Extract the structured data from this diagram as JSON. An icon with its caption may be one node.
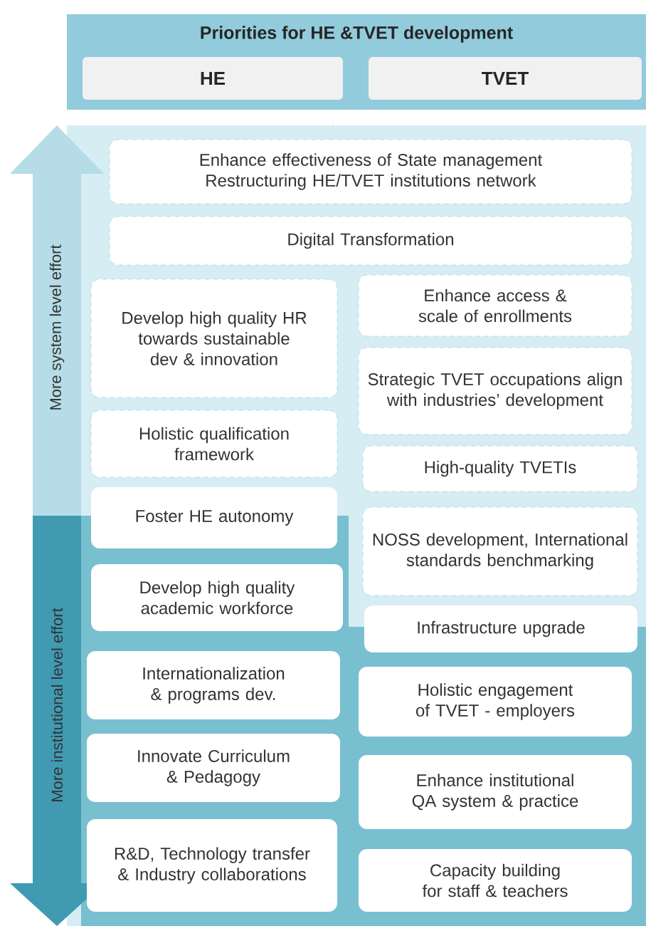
{
  "diagram": {
    "nodes": [
      {
        "text": [
          "Priorities for HE &TVET development"
        ]
      },
      {
        "text": [
          "HE"
        ],
        "in": 0
      },
      {
        "text": [
          "TVET"
        ],
        "in": 0
      },
      {
        "text": [
          "Enhance effectiveness of State management",
          "Restructuring HE/TVET institutions network"
        ]
      },
      {
        "text": [
          "Digital Transformation"
        ]
      },
      {
        "text": [
          "Develop high quality HR towards sustainable dev & innovation"
        ]
      },
      {
        "text": [
          "Holistic qualification framework"
        ]
      },
      {
        "text": [
          "Foster HE autonomy"
        ]
      },
      {
        "text": [
          "Develop high quality academic workforce"
        ]
      },
      {
        "text": [
          "Internationalization & programs dev."
        ]
      },
      {
        "text": [
          "Innovate Curriculum & Pedagogy"
        ]
      },
      {
        "text": [
          "R&D, Technology transfer & Industry collaborations"
        ]
      },
      {
        "text": [
          "Enhance access & scale of enrollments"
        ]
      },
      {
        "text": [
          "Strategic TVET occupations align with industries’ development"
        ]
      },
      {
        "text": [
          "High-quality TVETIs"
        ]
      },
      {
        "text": [
          "NOSS development, International standards benchmarking"
        ]
      },
      {
        "text": [
          "Infrastructure upgrade"
        ]
      },
      {
        "text": [
          "Holistic engagement of TVET - employers"
        ]
      },
      {
        "text": [
          "Enhance institutional QA system & practice"
        ]
      },
      {
        "text": [
          "Capacity building for staff & teachers"
        ]
      }
    ],
    "labels": [
      "More system level effort",
      "More institutional level effort"
    ]
  }
}
